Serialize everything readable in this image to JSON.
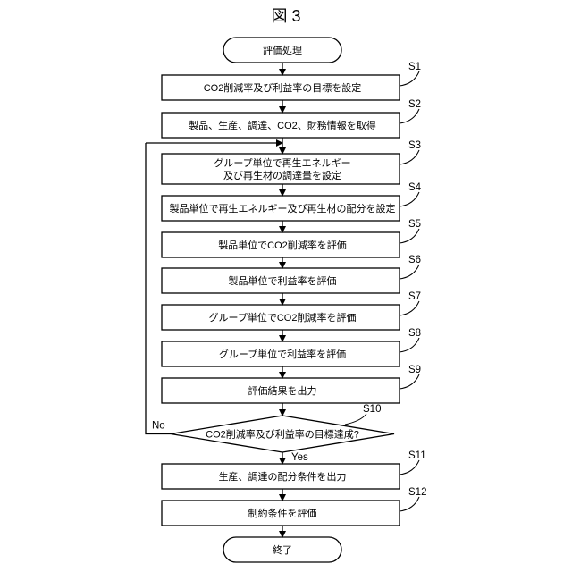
{
  "figure_title": "図 3",
  "terminal_start": "評価処理",
  "terminal_end": "終了",
  "steps": [
    {
      "id": "S1",
      "lines": [
        "CO2削減率及び利益率の目標を設定"
      ]
    },
    {
      "id": "S2",
      "lines": [
        "製品、生産、調達、CO2、財務情報を取得"
      ]
    },
    {
      "id": "S3",
      "lines": [
        "グループ単位で再生エネルギー",
        "及び再生材の調達量を設定"
      ]
    },
    {
      "id": "S4",
      "lines": [
        "製品単位で再生エネルギー及び再生材の配分を設定"
      ]
    },
    {
      "id": "S5",
      "lines": [
        "製品単位でCO2削減率を評価"
      ]
    },
    {
      "id": "S6",
      "lines": [
        "製品単位で利益率を評価"
      ]
    },
    {
      "id": "S7",
      "lines": [
        "グループ単位でCO2削減率を評価"
      ]
    },
    {
      "id": "S8",
      "lines": [
        "グループ単位で利益率を評価"
      ]
    },
    {
      "id": "S9",
      "lines": [
        "評価結果を出力"
      ]
    }
  ],
  "decision": {
    "id": "S10",
    "text": "CO2削減率及び利益率の目標達成?",
    "no_label": "No",
    "yes_label": "Yes"
  },
  "after_steps": [
    {
      "id": "S11",
      "lines": [
        "生産、調達の配分条件を出力"
      ]
    },
    {
      "id": "S12",
      "lines": [
        "制約条件を評価"
      ]
    }
  ]
}
